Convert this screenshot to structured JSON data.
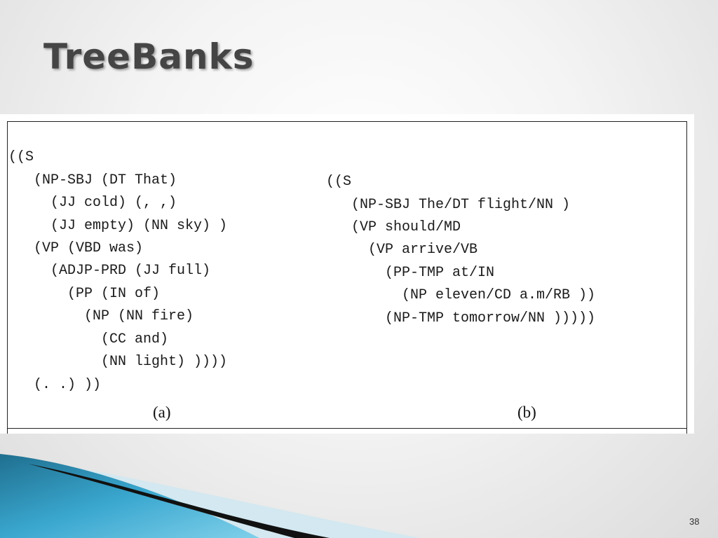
{
  "slide": {
    "title": "TreeBanks",
    "page_number": "38"
  },
  "figure": {
    "tree_a": {
      "caption": "(a)",
      "lines": [
        "((S",
        "   (NP-SBJ (DT That)",
        "     (JJ cold) (, ,)",
        "     (JJ empty) (NN sky) )",
        "   (VP (VBD was)",
        "     (ADJP-PRD (JJ full)",
        "       (PP (IN of)",
        "         (NP (NN fire)",
        "           (CC and)",
        "           (NN light) ))))",
        "   (. .) ))"
      ]
    },
    "tree_b": {
      "caption": "(b)",
      "lines": [
        "((S",
        "   (NP-SBJ The/DT flight/NN )",
        "   (VP should/MD",
        "     (VP arrive/VB",
        "       (PP-TMP at/IN",
        "         (NP eleven/CD a.m/RB ))",
        "       (NP-TMP tomorrow/NN )))))"
      ]
    }
  },
  "colors": {
    "title": "#454545",
    "accent_dark": "#1f6f8f",
    "accent_light": "#6cc3e0"
  }
}
